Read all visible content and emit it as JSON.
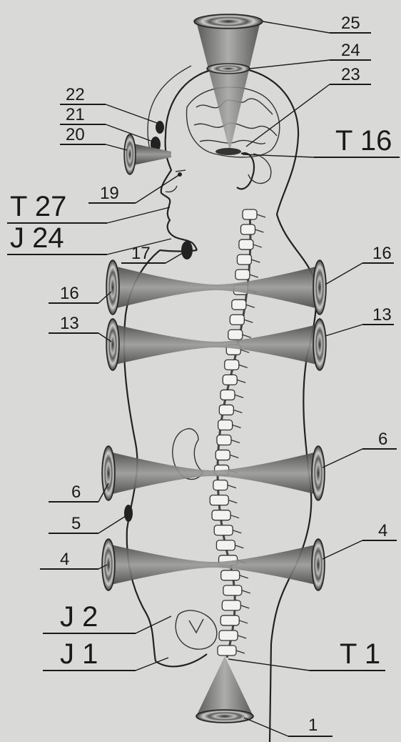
{
  "labels": {
    "n25": "25",
    "n24": "24",
    "n23": "23",
    "n22": "22",
    "n21": "21",
    "n20": "20",
    "T16": "T 16",
    "n19": "19",
    "T27": "T 27",
    "J24": "J 24",
    "n17": "17",
    "n16_left": "16",
    "n16_right": "16",
    "n13_left": "13",
    "n13_right": "13",
    "n6_left": "6",
    "n6_right": "6",
    "n5": "5",
    "n4_left": "4",
    "n4_right": "4",
    "J2": "J 2",
    "J1": "J 1",
    "T1": "T 1",
    "n1": "1"
  }
}
